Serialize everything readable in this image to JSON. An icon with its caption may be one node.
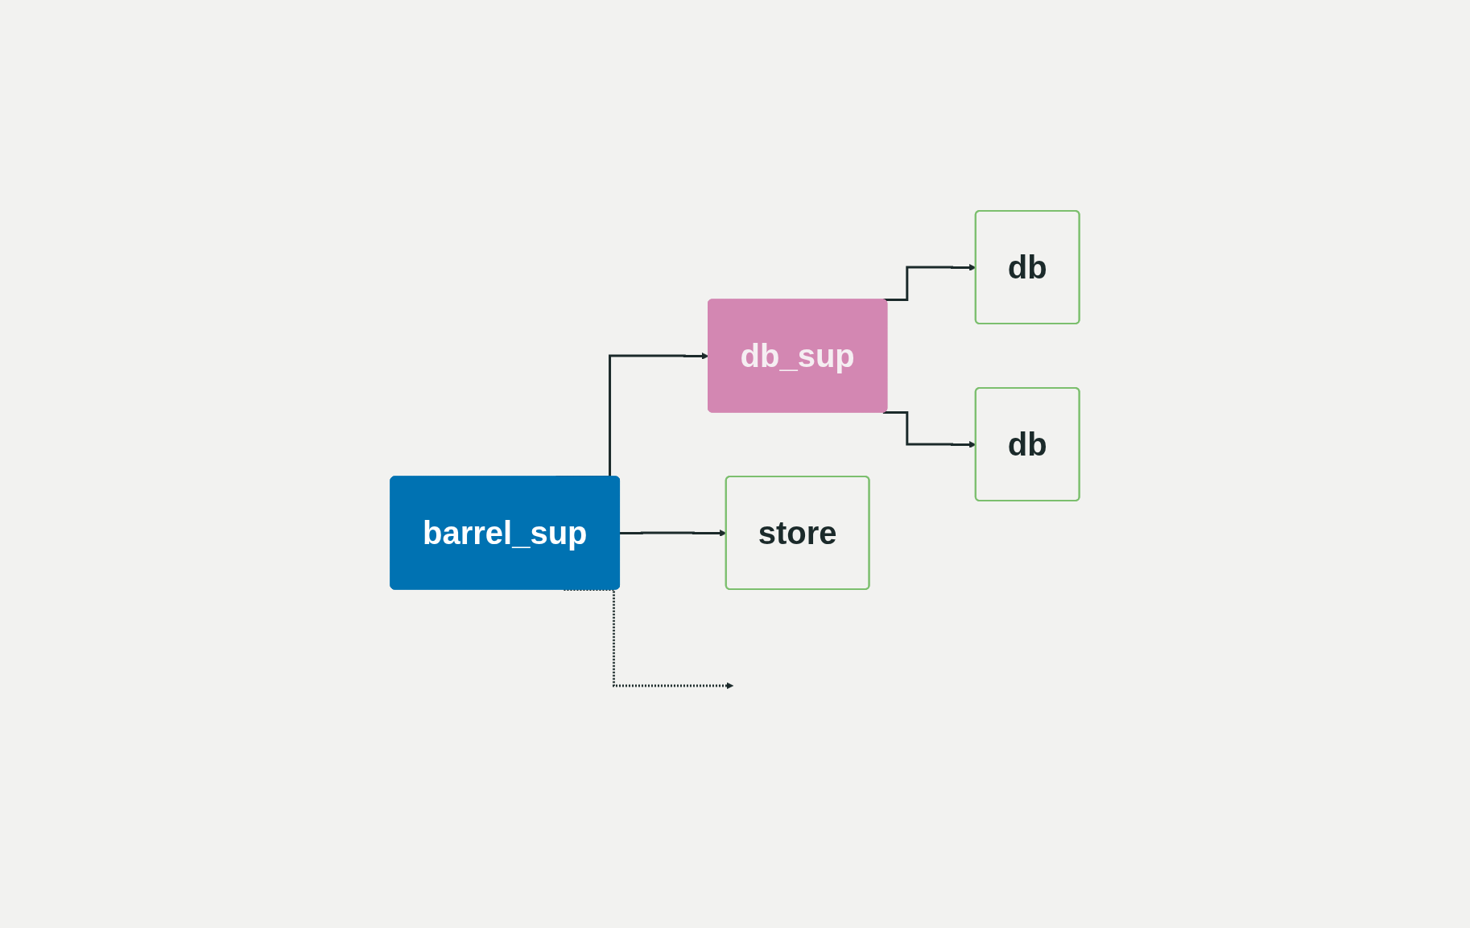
{
  "diagram": {
    "nodes": [
      {
        "text": [
          "barrel_sup"
        ]
      },
      {
        "text": [
          "db_sup"
        ]
      },
      {
        "text": [
          "db"
        ]
      },
      {
        "text": [
          "db"
        ]
      },
      {
        "text": [
          "store"
        ]
      }
    ],
    "edges": [
      {
        "from": 0,
        "to": 1,
        "arrow": "to"
      },
      {
        "from": 1,
        "to": 2,
        "arrow": "to"
      },
      {
        "from": 1,
        "to": 3,
        "arrow": "to"
      },
      {
        "from": 0,
        "to": 4,
        "arrow": "to"
      },
      {
        "from": 0,
        "to": null,
        "arrow": "to",
        "style": "dashed"
      }
    ]
  }
}
